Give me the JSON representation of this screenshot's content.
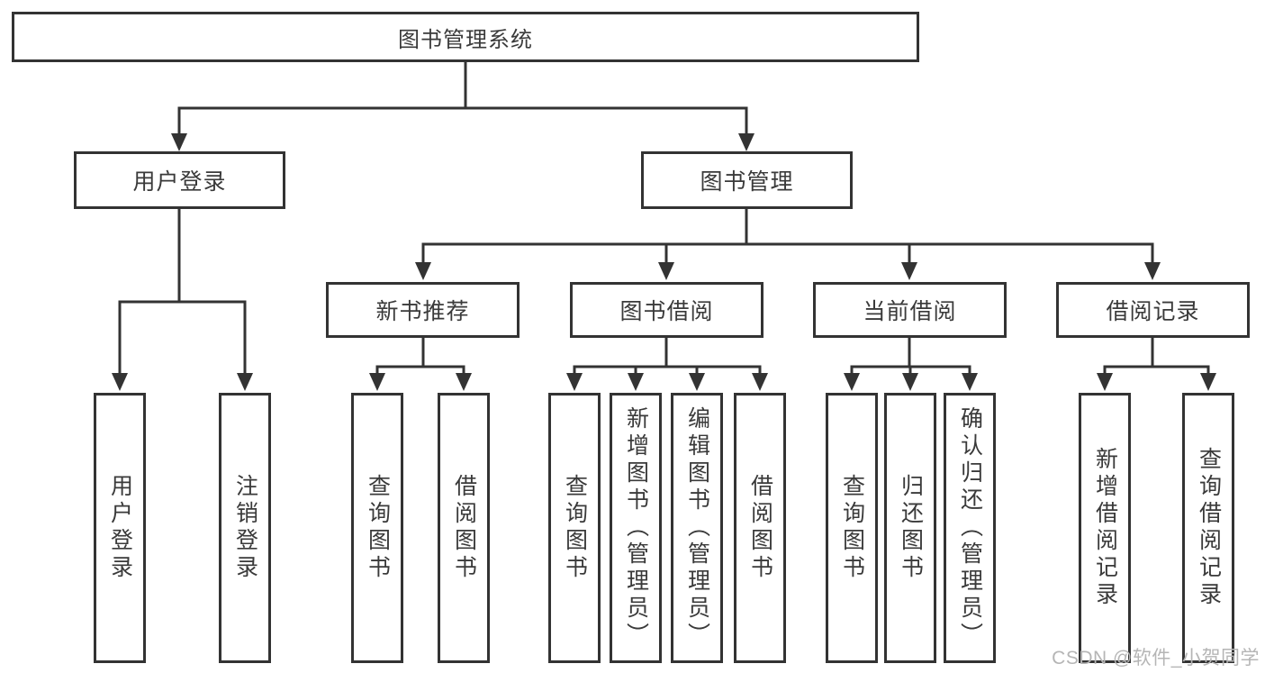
{
  "tree": {
    "root": "图书管理系统",
    "login": {
      "label": "用户登录",
      "children": [
        "用户登录",
        "注销登录"
      ]
    },
    "management": {
      "label": "图书管理",
      "sections": [
        {
          "label": "新书推荐",
          "children": [
            "查询图书",
            "借阅图书"
          ]
        },
        {
          "label": "图书借阅",
          "children": [
            "查询图书",
            "新增图书（管理员）",
            "编辑图书（管理员）",
            "借阅图书"
          ]
        },
        {
          "label": "当前借阅",
          "children": [
            "查询图书",
            "归还图书",
            "确认归还（管理员）"
          ]
        },
        {
          "label": "借阅记录",
          "children": [
            "新增借阅记录",
            "查询借阅记录"
          ]
        }
      ]
    }
  },
  "watermark": "CSDN @软件_小贺同学",
  "colors": {
    "line": "#333333",
    "text": "#3a3a3a",
    "background": "#ffffff",
    "watermark": "#b5b5b5"
  }
}
